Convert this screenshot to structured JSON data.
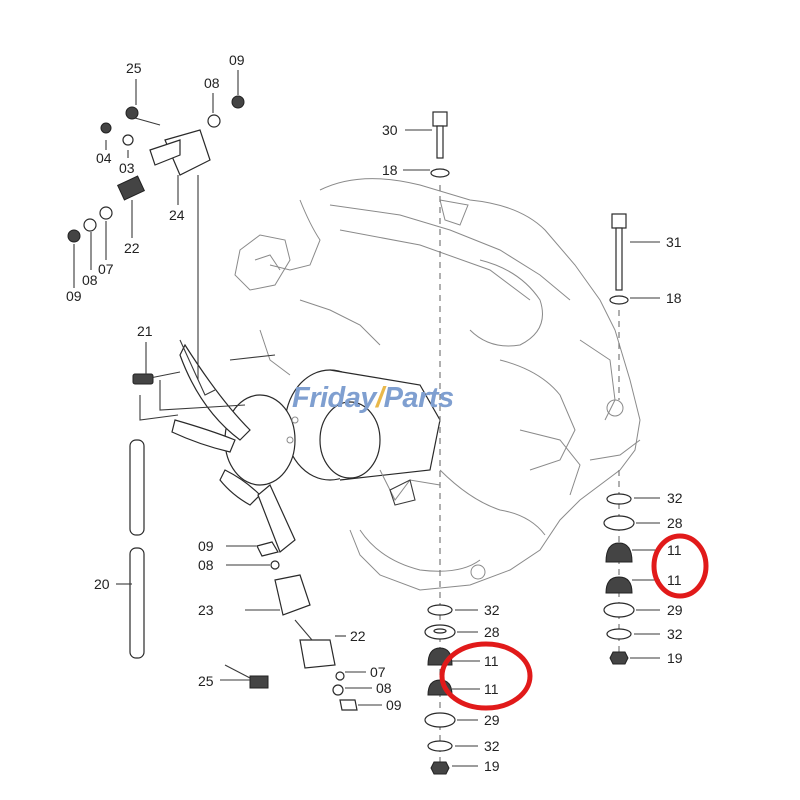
{
  "watermark": {
    "part1": "Friday",
    "part2": "/",
    "part3": "Parts"
  },
  "colors": {
    "highlight": "#e11a1a",
    "watermark_blue": "#7f9fd0",
    "watermark_orange": "#e9b84a",
    "line": "#3a3a3a"
  },
  "callouts": {
    "c25_top": "25",
    "c09_top": "09",
    "c08_top": "08",
    "c04": "04",
    "c03": "03",
    "c24": "24",
    "c22_top": "22",
    "c07_top": "07",
    "c08_left": "08",
    "c09_left": "09",
    "c21": "21",
    "c20": "20",
    "c30": "30",
    "c18_center": "18",
    "c31": "31",
    "c18_right": "18",
    "c09_mid": "09",
    "c08_mid": "08",
    "c23": "23",
    "c22_bottom": "22",
    "c25_bottom": "25",
    "c07_bottom": "07",
    "c08_bottom": "08",
    "c09_bottom": "09",
    "s1_32a": "32",
    "s1_28": "28",
    "s1_11a": "11",
    "s1_11b": "11",
    "s1_29": "29",
    "s1_32b": "32",
    "s1_19": "19",
    "s2_32a": "32",
    "s2_28": "28",
    "s2_11a": "11",
    "s2_11b": "11",
    "s2_29": "29",
    "s2_32b": "32",
    "s2_19": "19"
  }
}
